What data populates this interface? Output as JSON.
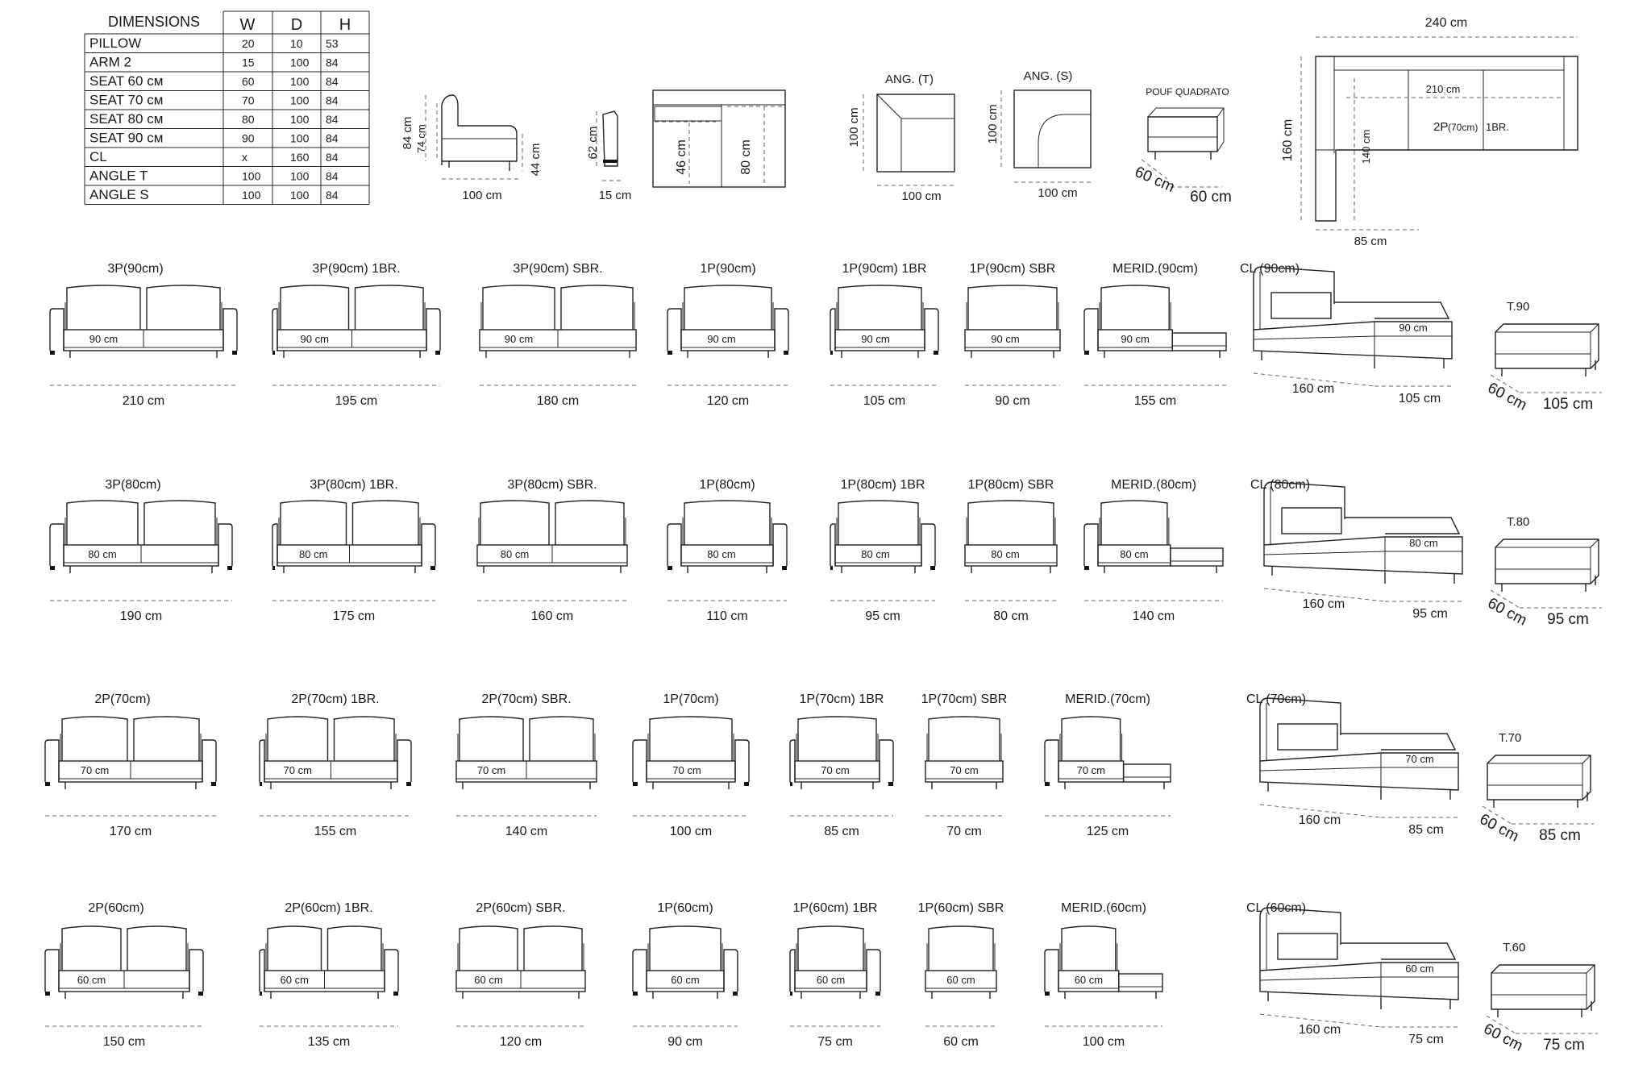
{
  "table": {
    "headers": [
      "DIMENSIONS",
      "W",
      "D",
      "H"
    ],
    "rows": [
      [
        "PILLOW",
        "20",
        "10",
        "53"
      ],
      [
        "ARM 2",
        "15",
        "100",
        "84"
      ],
      [
        "SEAT 60 cм",
        "60",
        "100",
        "84"
      ],
      [
        "SEAT 70 cм",
        "70",
        "100",
        "84"
      ],
      [
        "SEAT 80 cм",
        "80",
        "100",
        "84"
      ],
      [
        "SEAT 90 cм",
        "90",
        "100",
        "84"
      ],
      [
        "CL",
        "x",
        "160",
        "84"
      ],
      [
        "ANGLE  T",
        "100",
        "100",
        "84"
      ],
      [
        "ANGLE  S",
        "100",
        "100",
        "84"
      ]
    ]
  },
  "details": {
    "side": {
      "h1": "84 cm",
      "h2": "74 cm",
      "h3": "44 cm",
      "w": "100 cm"
    },
    "arm": {
      "h": "62 cm",
      "w": "15 cm"
    },
    "top": {
      "a": "46 cm",
      "b": "80 cm"
    },
    "angT": {
      "title": "ANG. (T)",
      "h": "100 cm",
      "w": "100 cm"
    },
    "angS": {
      "title": "ANG. (S)",
      "h": "100 cm",
      "w": "100 cm"
    },
    "pouf": {
      "title": "POUF  QUADRATO",
      "d": "60 cm",
      "w": "60 cm"
    },
    "corner": {
      "w": "240 cm",
      "h": "160 cm",
      "inner_w": "210 cm",
      "inner_h": "140 cm",
      "label": "2P",
      "label_sub": "(70cm)",
      "label_br": "1BR.",
      "bottom": "85 cm"
    }
  },
  "rows": [
    {
      "seat": "90 cm",
      "items": [
        {
          "title": "3P(90cm)",
          "width": "210 cm"
        },
        {
          "title": "3P(90cm) 1BR.",
          "width": "195 cm"
        },
        {
          "title": "3P(90cm) SBR.",
          "width": "180 cm"
        },
        {
          "title": "1P(90cm)",
          "width": "120 cm"
        },
        {
          "title": "1P(90cm) 1BR",
          "width": "105 cm"
        },
        {
          "title": "1P(90cm) SBR",
          "width": "90 cm"
        },
        {
          "title": "MERID.(90cm)",
          "width": "155 cm"
        }
      ],
      "cl": {
        "title": "CL (90cm)",
        "seat": "90 cm",
        "depth": "160 cm",
        "width": "105 cm"
      },
      "pouf": {
        "title": "T.90",
        "depth": "60 cm",
        "width": "105 cm"
      }
    },
    {
      "seat": "80 cm",
      "items": [
        {
          "title": "3P(80cm)",
          "width": "190 cm"
        },
        {
          "title": "3P(80cm) 1BR.",
          "width": "175 cm"
        },
        {
          "title": "3P(80cm) SBR.",
          "width": "160 cm"
        },
        {
          "title": "1P(80cm)",
          "width": "110 cm"
        },
        {
          "title": "1P(80cm) 1BR",
          "width": "95 cm"
        },
        {
          "title": "1P(80cm) SBR",
          "width": "80 cm"
        },
        {
          "title": "MERID.(80cm)",
          "width": "140 cm"
        }
      ],
      "cl": {
        "title": "CL (80cm)",
        "seat": "80 cm",
        "depth": "160 cm",
        "width": "95 cm"
      },
      "pouf": {
        "title": "T.80",
        "depth": "60 cm",
        "width": "95 cm"
      }
    },
    {
      "seat": "70 cm",
      "items": [
        {
          "title": "2P(70cm)",
          "width": "170 cm"
        },
        {
          "title": "2P(70cm) 1BR.",
          "width": "155 cm"
        },
        {
          "title": "2P(70cm) SBR.",
          "width": "140 cm"
        },
        {
          "title": "1P(70cm)",
          "width": "100 cm"
        },
        {
          "title": "1P(70cm) 1BR",
          "width": "85 cm"
        },
        {
          "title": "1P(70cm) SBR",
          "width": "70 cm"
        },
        {
          "title": "MERID.(70cm)",
          "width": "125 cm"
        }
      ],
      "cl": {
        "title": "CL (70cm)",
        "seat": "70 cm",
        "depth": "160 cm",
        "width": "85 cm"
      },
      "pouf": {
        "title": "T.70",
        "depth": "60 cm",
        "width": "85 cm"
      }
    },
    {
      "seat": "60 cm",
      "items": [
        {
          "title": "2P(60cm)",
          "width": "150 cm"
        },
        {
          "title": "2P(60cm) 1BR.",
          "width": "135 cm"
        },
        {
          "title": "2P(60cm) SBR.",
          "width": "120 cm"
        },
        {
          "title": "1P(60cm)",
          "width": "90 cm"
        },
        {
          "title": "1P(60cm) 1BR",
          "width": "75 cm"
        },
        {
          "title": "1P(60cm) SBR",
          "width": "60 cm"
        },
        {
          "title": "MERID.(60cm)",
          "width": "100 cm"
        }
      ],
      "cl": {
        "title": "CL (60cm)",
        "seat": "60 cm",
        "depth": "160 cm",
        "width": "75 cm"
      },
      "pouf": {
        "title": "T.60",
        "depth": "60 cm",
        "width": "75 cm"
      }
    }
  ]
}
